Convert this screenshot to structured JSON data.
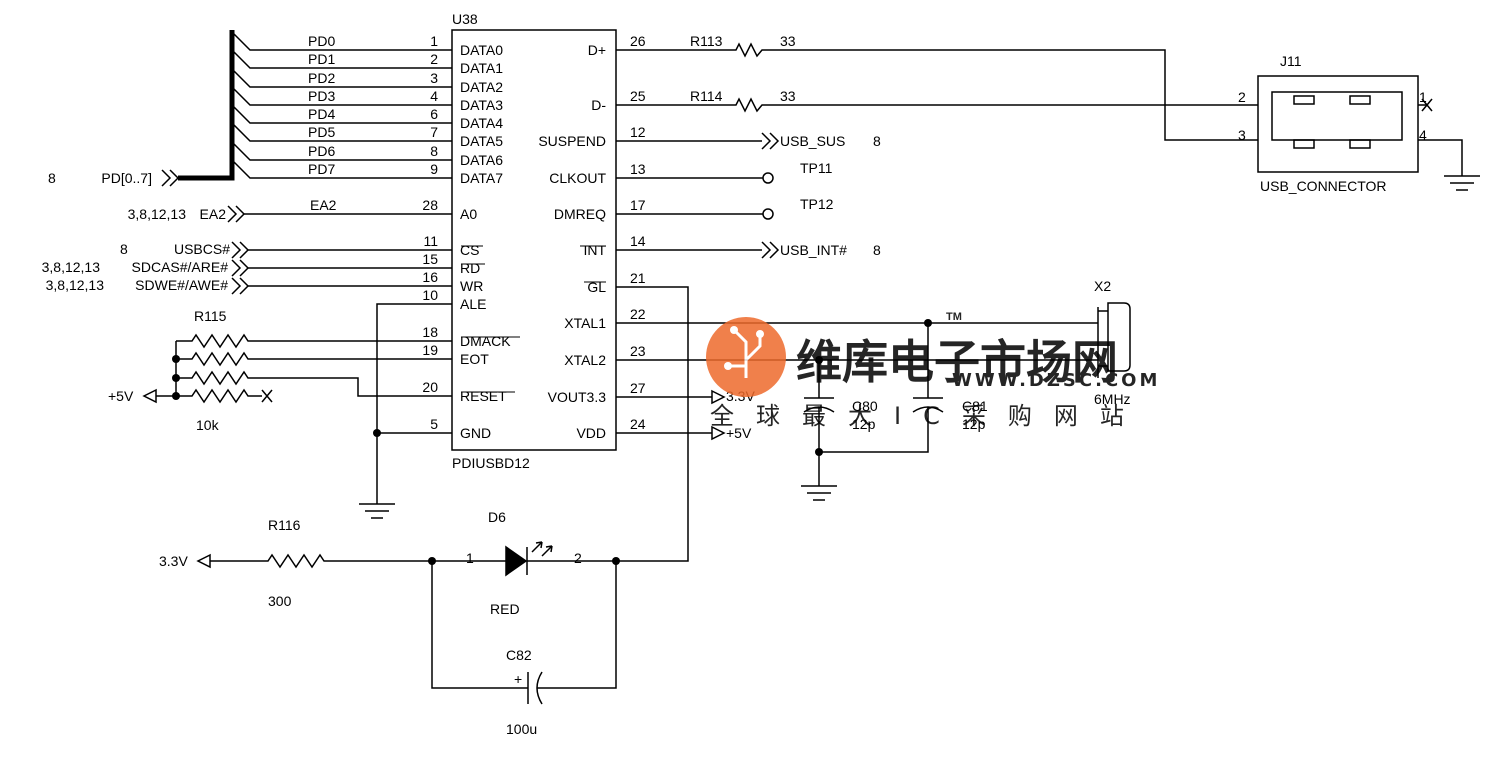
{
  "ic": {
    "ref": "U38",
    "part": "PDIUSBD12",
    "left_pins": [
      {
        "num": "1",
        "name": "DATA0"
      },
      {
        "num": "2",
        "name": "DATA1"
      },
      {
        "num": "3",
        "name": "DATA2"
      },
      {
        "num": "4",
        "name": "DATA3"
      },
      {
        "num": "6",
        "name": "DATA4"
      },
      {
        "num": "7",
        "name": "DATA5"
      },
      {
        "num": "8",
        "name": "DATA6"
      },
      {
        "num": "9",
        "name": "DATA7"
      },
      {
        "num": "28",
        "name": "A0"
      },
      {
        "num": "11",
        "name": "CS"
      },
      {
        "num": "15",
        "name": "RD"
      },
      {
        "num": "16",
        "name": "WR"
      },
      {
        "num": "10",
        "name": "ALE"
      },
      {
        "num": "18",
        "name": "DMACK"
      },
      {
        "num": "19",
        "name": "EOT"
      },
      {
        "num": "20",
        "name": "RESET"
      },
      {
        "num": "5",
        "name": "GND"
      }
    ],
    "right_pins": [
      {
        "num": "26",
        "name": "D+"
      },
      {
        "num": "25",
        "name": "D-"
      },
      {
        "num": "12",
        "name": "SUSPEND"
      },
      {
        "num": "13",
        "name": "CLKOUT"
      },
      {
        "num": "17",
        "name": "DMREQ"
      },
      {
        "num": "14",
        "name": "INT"
      },
      {
        "num": "21",
        "name": "GL"
      },
      {
        "num": "22",
        "name": "XTAL1"
      },
      {
        "num": "23",
        "name": "XTAL2"
      },
      {
        "num": "27",
        "name": "VOUT3.3"
      },
      {
        "num": "24",
        "name": "VDD"
      }
    ]
  },
  "data_bus": {
    "lines": [
      "PD0",
      "PD1",
      "PD2",
      "PD3",
      "PD4",
      "PD5",
      "PD6",
      "PD7"
    ],
    "name": "PD[0..7]",
    "page_ref": "8"
  },
  "left_nets": {
    "ea2": {
      "name": "EA2",
      "refs": "3,8,12,13",
      "wire_label": "EA2"
    },
    "usbcs": {
      "name": "USBCS#",
      "refs": "8"
    },
    "sdcas": {
      "name": "SDCAS#/ARE#",
      "refs": "3,8,12,13"
    },
    "sdwe": {
      "name": "SDWE#/AWE#",
      "refs": "3,8,12,13"
    }
  },
  "right_nets": {
    "usb_sus": {
      "name": "USB_SUS",
      "ref": "8"
    },
    "usb_int": {
      "name": "USB_INT#",
      "ref": "8"
    },
    "tp11": "TP11",
    "tp12": "TP12",
    "v33": "3.3V",
    "v5": "+5V"
  },
  "resistors": {
    "r113": {
      "ref": "R113",
      "value": "33"
    },
    "r114": {
      "ref": "R114",
      "value": "33"
    },
    "r115": {
      "ref": "R115",
      "value": "10k"
    },
    "r116": {
      "ref": "R116",
      "value": "300"
    }
  },
  "pullup_supply": "+5V",
  "connector": {
    "ref": "J11",
    "name": "USB_CONNECTOR",
    "pins": {
      "p1": "1",
      "p2": "2",
      "p3": "3",
      "p4": "4"
    }
  },
  "crystal": {
    "ref": "X2",
    "value": "6MHz"
  },
  "capacitors": {
    "c80": {
      "ref": "C80",
      "value": "12p"
    },
    "c81": {
      "ref": "C81",
      "value": "12p"
    },
    "c82": {
      "ref": "C82",
      "value": "100u",
      "polarity": "+"
    }
  },
  "led": {
    "ref": "D6",
    "color": "RED",
    "pin1": "1",
    "pin2": "2"
  },
  "led_supply": "3.3V",
  "watermark": {
    "brand": "维库电子市场网",
    "tm": "TM",
    "url": "WWW.DZSC.COM",
    "slogan": "全球最大IC采购网站",
    "color": "#ee6a2c"
  }
}
